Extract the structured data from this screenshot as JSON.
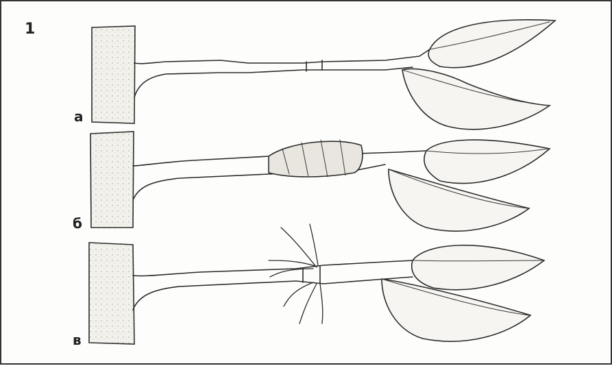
{
  "figure": {
    "number": "1",
    "panels": [
      {
        "label": "а"
      },
      {
        "label": "б"
      },
      {
        "label": "в"
      }
    ]
  }
}
